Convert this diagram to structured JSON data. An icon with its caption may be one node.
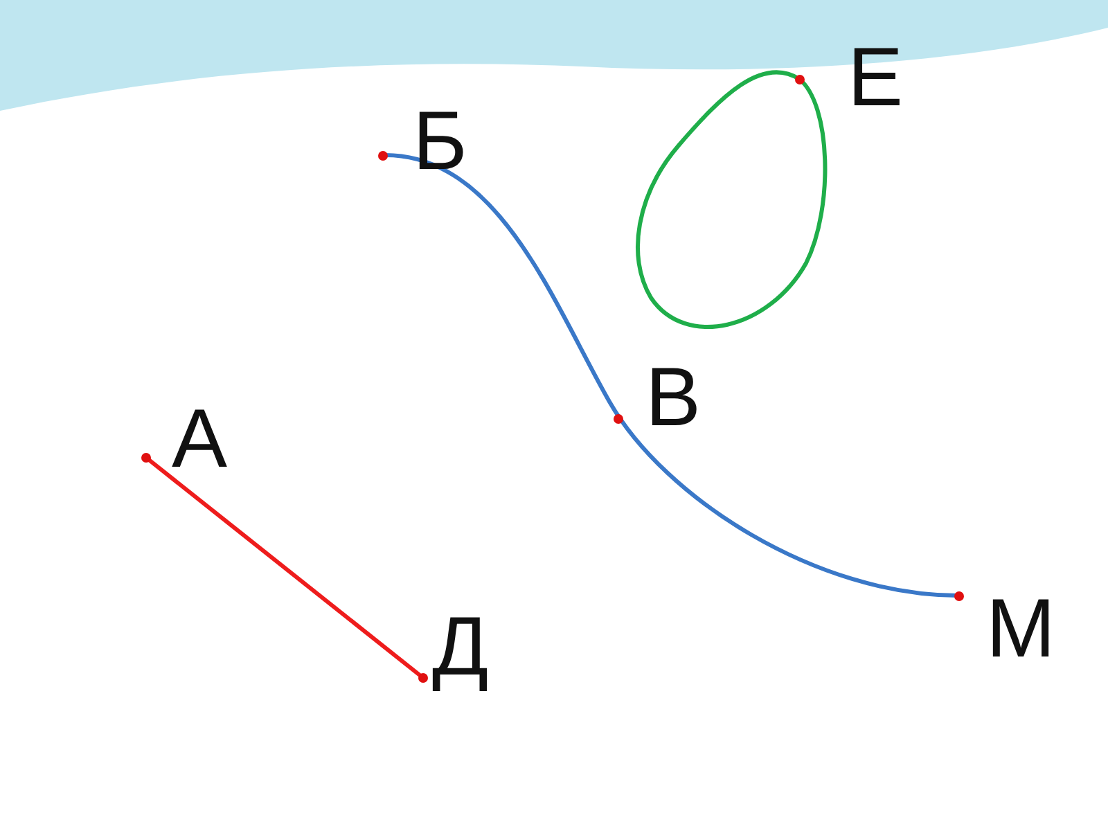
{
  "diagram": {
    "nodes": [
      {
        "text": [
          "А"
        ]
      },
      {
        "text": [
          "Б"
        ]
      },
      {
        "text": [
          "В"
        ]
      },
      {
        "text": [
          "Д"
        ]
      },
      {
        "text": [
          "Е"
        ]
      },
      {
        "text": [
          "М"
        ]
      }
    ],
    "edges": [
      {
        "from": 0,
        "to": 3,
        "arrow": "none",
        "color": "#ee1c1c"
      },
      {
        "from": 1,
        "to": 5,
        "arrow": "none",
        "color": "#3a78c8"
      },
      {
        "from": 4,
        "to": 4,
        "arrow": "none",
        "color": "#1fae4a"
      }
    ]
  }
}
